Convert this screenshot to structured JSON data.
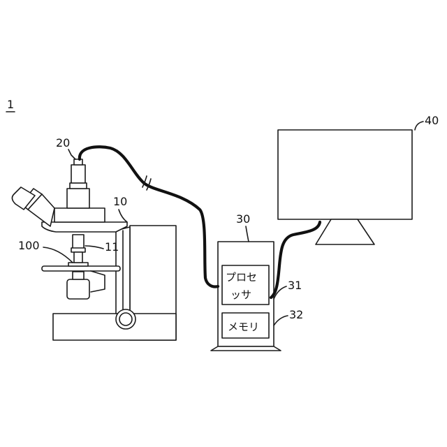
{
  "figure": {
    "system_number": "1",
    "references": {
      "microscope": "10",
      "objective": "11",
      "camera": "20",
      "computer": "30",
      "processor_ref": "31",
      "memory_ref": "32",
      "display": "40",
      "specimen": "100"
    },
    "processor": {
      "line1": "プロセ",
      "line2": "ッサ"
    },
    "memory": {
      "label": "メモリ"
    }
  }
}
